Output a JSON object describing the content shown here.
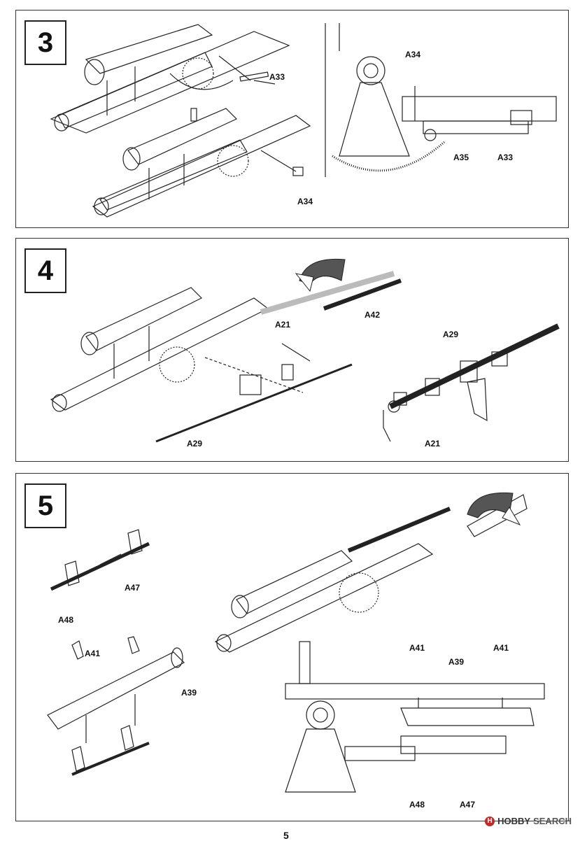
{
  "steps": [
    {
      "number": "3",
      "labels": [
        "A33",
        "A34",
        "A34",
        "A35",
        "A33"
      ]
    },
    {
      "number": "4",
      "labels": [
        "A42",
        "A21",
        "A29",
        "A29",
        "A21"
      ]
    },
    {
      "number": "5",
      "labels": [
        "A47",
        "A48",
        "A41",
        "A39",
        "A41",
        "A39",
        "A41",
        "A48",
        "A47"
      ]
    }
  ],
  "page_number": "5",
  "watermark": {
    "badge": "H",
    "brand": "HOBBY",
    "suffix": "SEARCH"
  },
  "colors": {
    "line": "#222222",
    "panel_border": "#333333",
    "ghost_part": "#bbbbbb",
    "arrow_fill": "#555555"
  }
}
